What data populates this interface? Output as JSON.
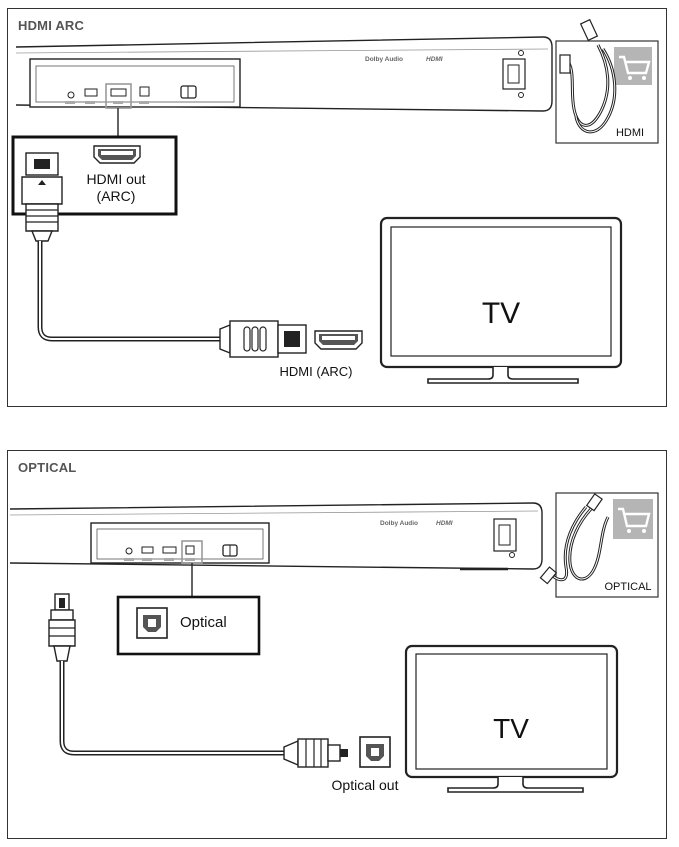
{
  "hdmi_panel": {
    "title": "HDMI ARC",
    "soundbar": {
      "brand_dolby": "Dolby Audio",
      "brand_hdmi": "HDMI"
    },
    "callout_label_line1": "HDMI out",
    "callout_label_line2": "(ARC)",
    "tv_label": "TV",
    "tv_port_label": "HDMI (ARC)",
    "accessory_label": "HDMI"
  },
  "optical_panel": {
    "title": "OPTICAL",
    "soundbar": {
      "brand_dolby": "Dolby Audio",
      "brand_hdmi": "HDMI"
    },
    "callout_label": "Optical",
    "tv_label": "TV",
    "tv_port_label": "Optical out",
    "accessory_label": "OPTICAL"
  },
  "colors": {
    "line": "#222222",
    "accent_gray": "#9a9a9a",
    "background": "#ffffff"
  }
}
